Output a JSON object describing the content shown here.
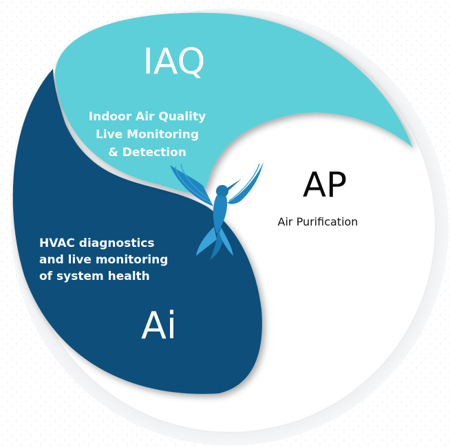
{
  "segments": {
    "iaq": {
      "title": "IAQ",
      "description_lines": [
        "Indoor Air Quality",
        "Live Monitoring",
        "& Detection"
      ]
    },
    "ap": {
      "title": "AP",
      "description": "Air Purification"
    },
    "ai": {
      "title": "Ai",
      "description_lines": [
        "HVAC diagnostics",
        "and live monitoring",
        "of system health"
      ]
    }
  },
  "center_emblem": "hummingbird-icon",
  "colors": {
    "iaq": "#5ccfd8",
    "ai": "#0d4f7a",
    "ap": "#ffffff",
    "bird": "#1f86c1"
  }
}
